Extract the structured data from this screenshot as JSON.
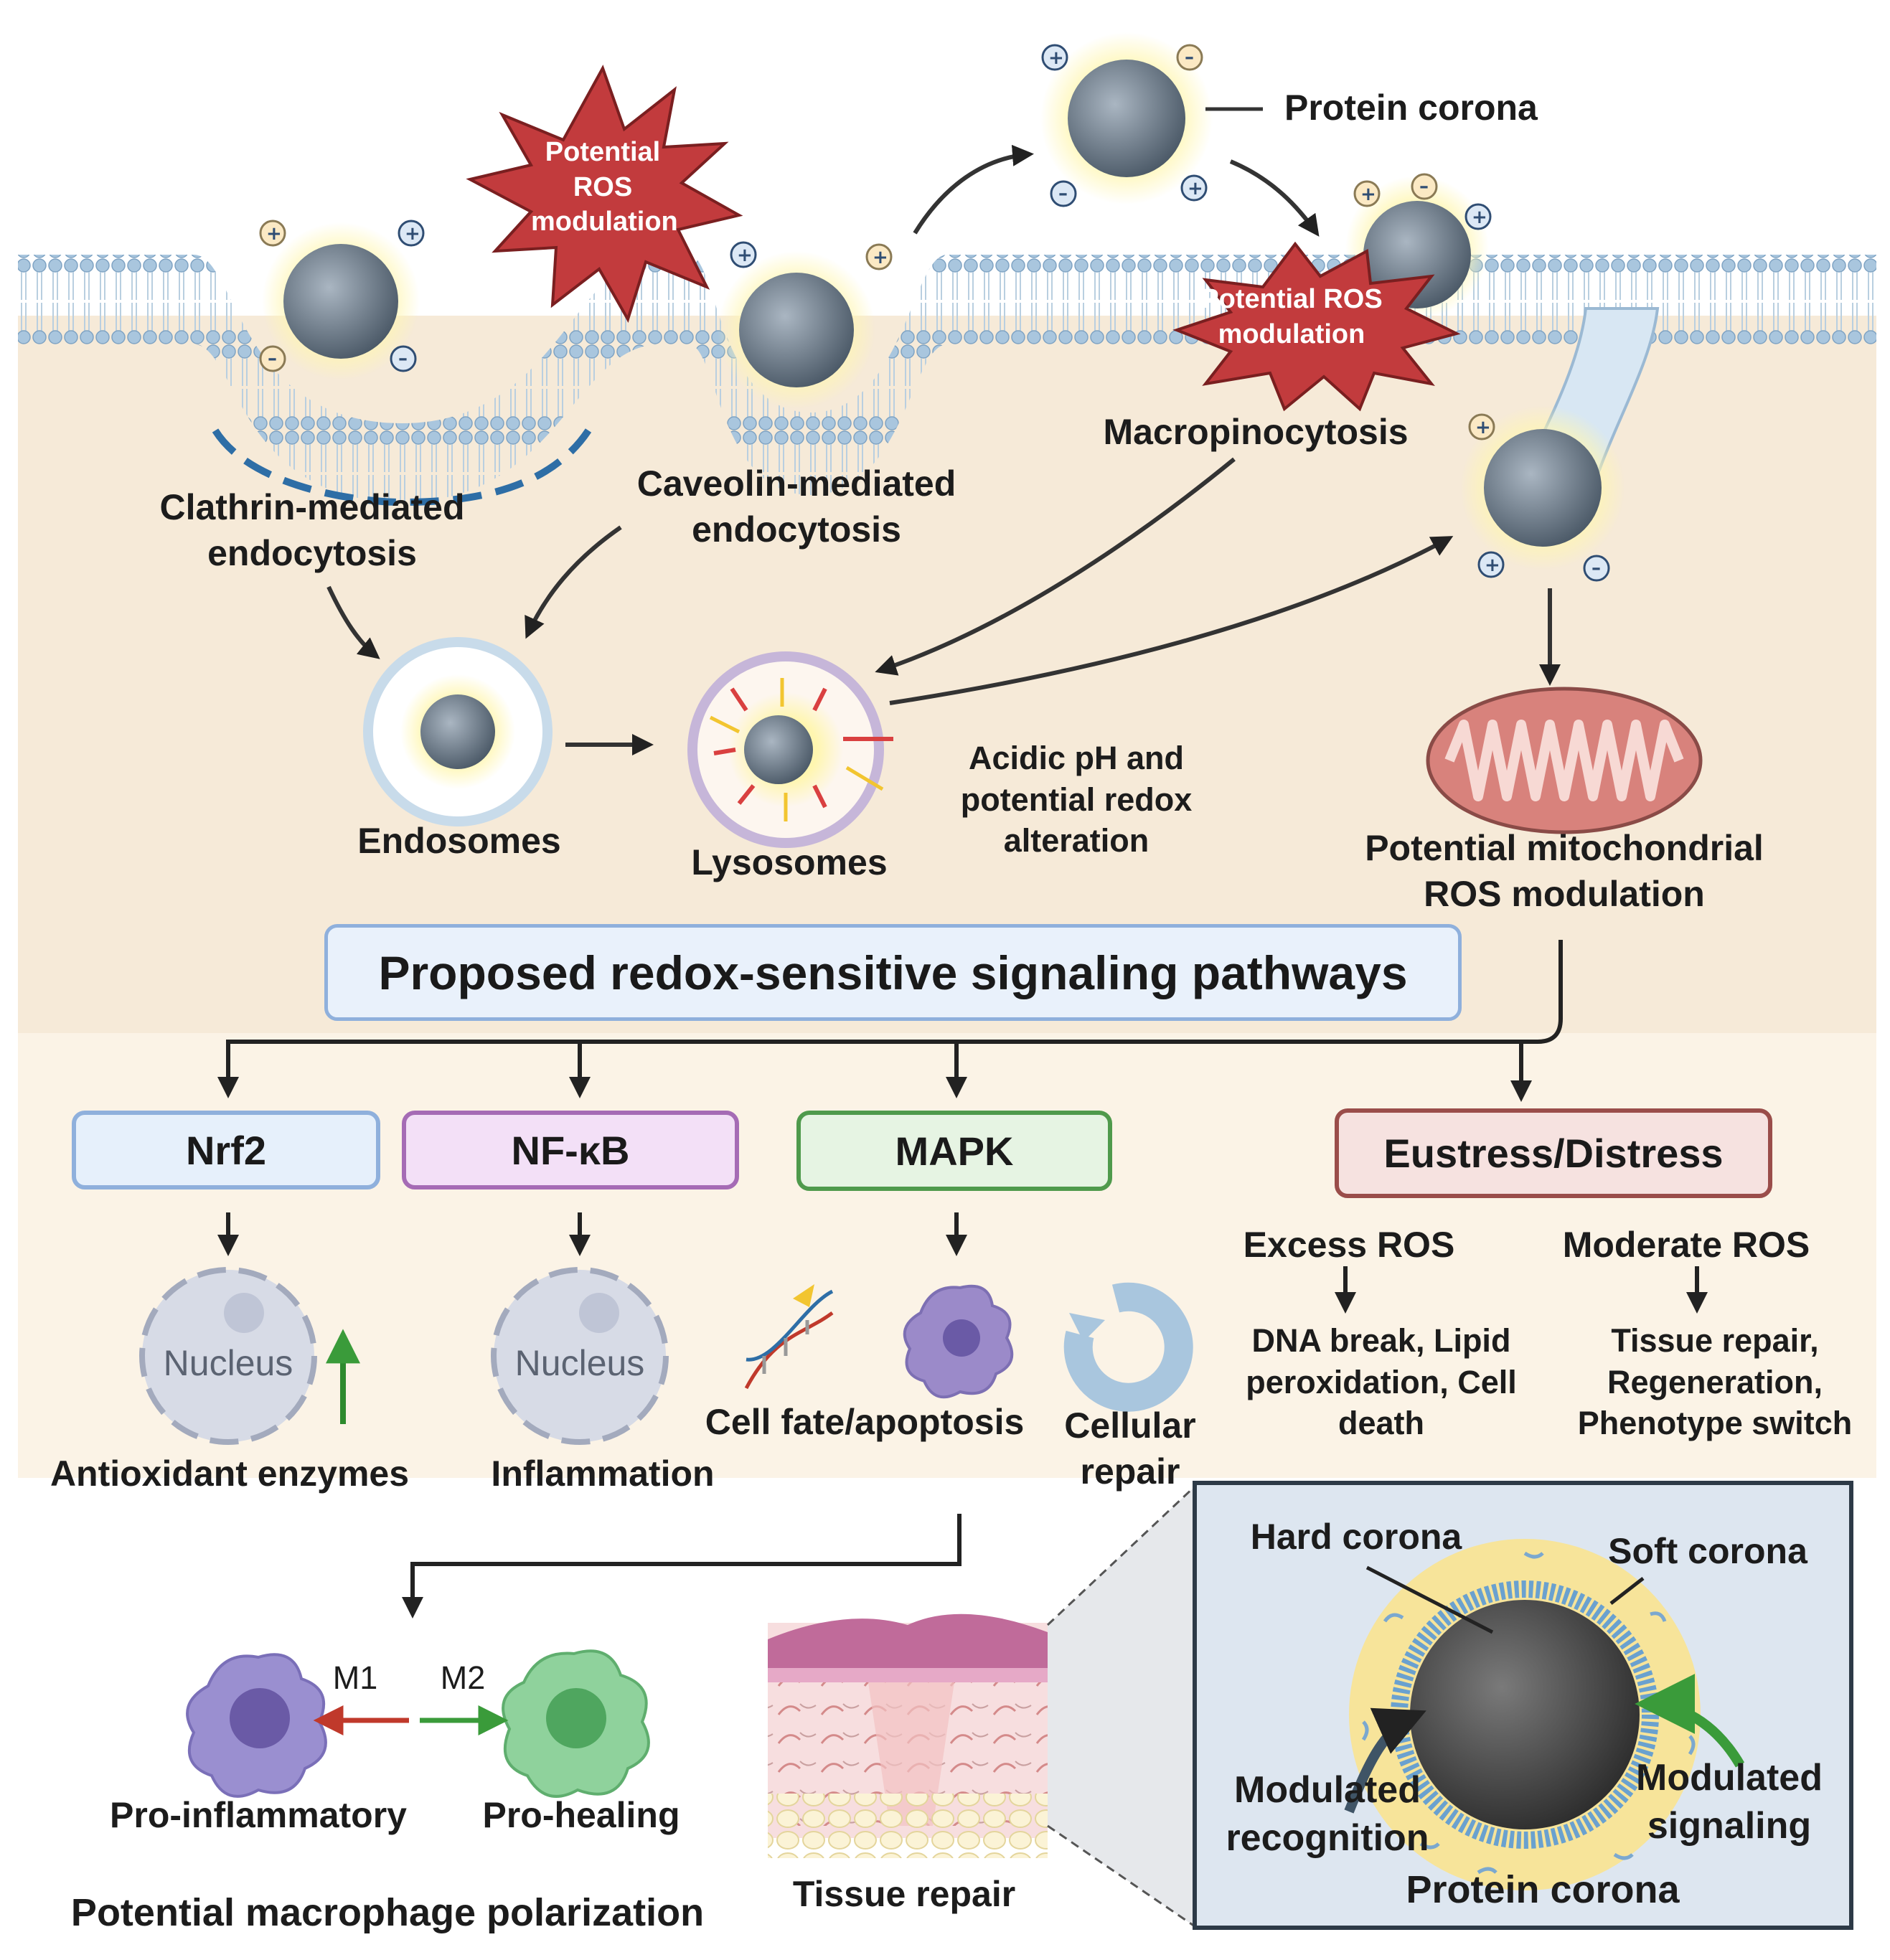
{
  "membrane": {
    "clathrin_label": "Clathrin-mediated\nendocytosis",
    "caveolin_label": "Caveolin-mediated\nendocytosis",
    "macropinocytosis_label": "Macropinocytosis",
    "protein_corona_label": "Protein corona",
    "ros_burst_1": "Potential\nROS\nmodulation",
    "ros_burst_2": "Potential ROS\nmodulation"
  },
  "vesicles": {
    "endosomes_label": "Endosomes",
    "lysosomes_label": "Lysosomes",
    "acidic_label": "Acidic pH and\npotential redox\nalteration",
    "mito_label": "Potential mitochondrial\nROS modulation"
  },
  "pathways": {
    "title": "Proposed redox-sensitive signaling pathways",
    "nrf2": "Nrf2",
    "nfkb": "NF-κB",
    "mapk": "MAPK",
    "eustress": "Eustress/Distress",
    "nucleus_1": "Nucleus",
    "nucleus_2": "Nucleus",
    "antioxidant_label": "Antioxidant enzymes",
    "inflammation_label": "Inflammation",
    "cell_fate_label": "Cell fate/apoptosis",
    "cellular_repair_label": "Cellular\nrepair",
    "excess_ros": "Excess ROS",
    "moderate_ros": "Moderate ROS",
    "excess_outcome": "DNA break, Lipid\nperoxidation, Cell\ndeath",
    "moderate_outcome": "Tissue repair,\nRegeneration,\nPhenotype switch"
  },
  "macrophage": {
    "m1": "M1",
    "m2": "M2",
    "pro_inflammatory": "Pro-inflammatory",
    "pro_healing": "Pro-healing",
    "polarization_label": "Potential macrophage polarization",
    "tissue_repair_label": "Tissue repair"
  },
  "corona_inset": {
    "hard_corona": "Hard corona",
    "soft_corona": "Soft corona",
    "modulated_recognition": "Modulated\nrecognition",
    "modulated_signaling": "Modulated\nsignaling",
    "title": "Protein corona"
  },
  "colors": {
    "cytoplasm": "#f6ead8",
    "ros_burst": "#c23b3d",
    "nrf2_fill": "#e6f0fb",
    "nrf2_border": "#8fb0dc",
    "nfkb_fill": "#f3e0f7",
    "nfkb_border": "#a56bb5",
    "mapk_fill": "#e6f4e3",
    "mapk_border": "#4f9a4c",
    "eustress_fill": "#f6e2e0",
    "eustress_border": "#9a4d4a",
    "title_fill": "#e9f1fb",
    "title_border": "#8fb0dc",
    "inset_fill": "#dde6f0",
    "mitochondria": "#d8827c",
    "m1": "#8f86c8",
    "m2": "#7cc68d"
  }
}
